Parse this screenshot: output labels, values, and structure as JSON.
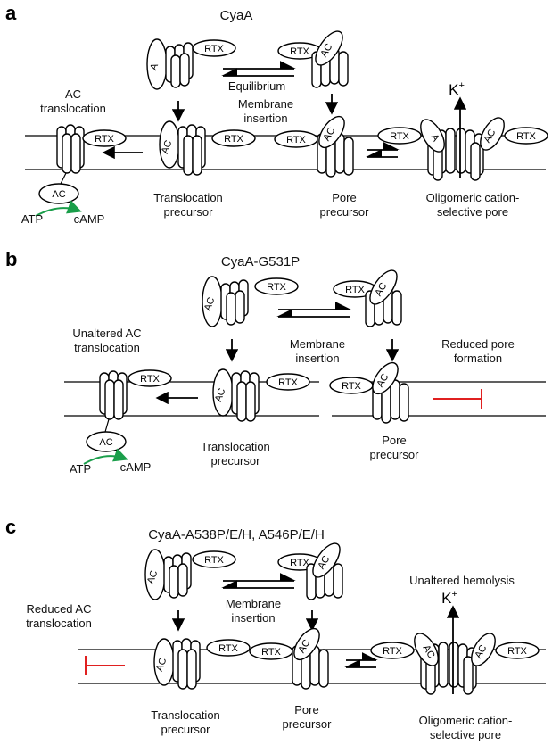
{
  "panels": [
    {
      "letter": "a",
      "title": "CyaA",
      "labels": {
        "equilibrium": "Equilibrium",
        "membrane_line1": "Membrane",
        "membrane_line2": "insertion",
        "ac_trans_line1": "AC",
        "ac_trans_line2": "translocation",
        "trans_prec_line1": "Translocation",
        "trans_prec_line2": "precursor",
        "pore_prec_line1": "Pore",
        "pore_prec_line2": "precursor",
        "olig_line1": "Oligomeric cation-",
        "olig_line2": "selective pore",
        "atp": "ATP",
        "camp": "cAMP",
        "ion": "K",
        "ion_sup": "+"
      }
    },
    {
      "letter": "b",
      "title": "CyaA-G531P",
      "labels": {
        "unaltered_line1": "Unaltered AC",
        "unaltered_line2": "translocation",
        "membrane_line1": "Membrane",
        "membrane_line2": "insertion",
        "reduced_line1": "Reduced pore",
        "reduced_line2": "formation",
        "trans_prec_line1": "Translocation",
        "trans_prec_line2": "precursor",
        "pore_prec_line1": "Pore",
        "pore_prec_line2": "precursor",
        "atp": "ATP",
        "camp": "cAMP"
      }
    },
    {
      "letter": "c",
      "title": "CyaA-A538P/E/H,  A546P/E/H",
      "labels": {
        "membrane_line1": "Membrane",
        "membrane_line2": "insertion",
        "reduced_line1": "Reduced AC",
        "reduced_line2": "translocation",
        "unaltered_hemolysis": "Unaltered hemolysis",
        "trans_prec_line1": "Translocation",
        "trans_prec_line2": "precursor",
        "pore_prec_line1": "Pore",
        "pore_prec_line2": "precursor",
        "olig_line1": "Oligomeric cation-",
        "olig_line2": "selective pore",
        "ion": "K",
        "ion_sup": "+"
      }
    }
  ],
  "domain_labels": {
    "rtx": "RTX",
    "ac": "AC",
    "a": "A"
  },
  "colors": {
    "catalysis_arrow": "#1a9e4a",
    "inhibition": "#e02020",
    "ink": "#000000"
  }
}
